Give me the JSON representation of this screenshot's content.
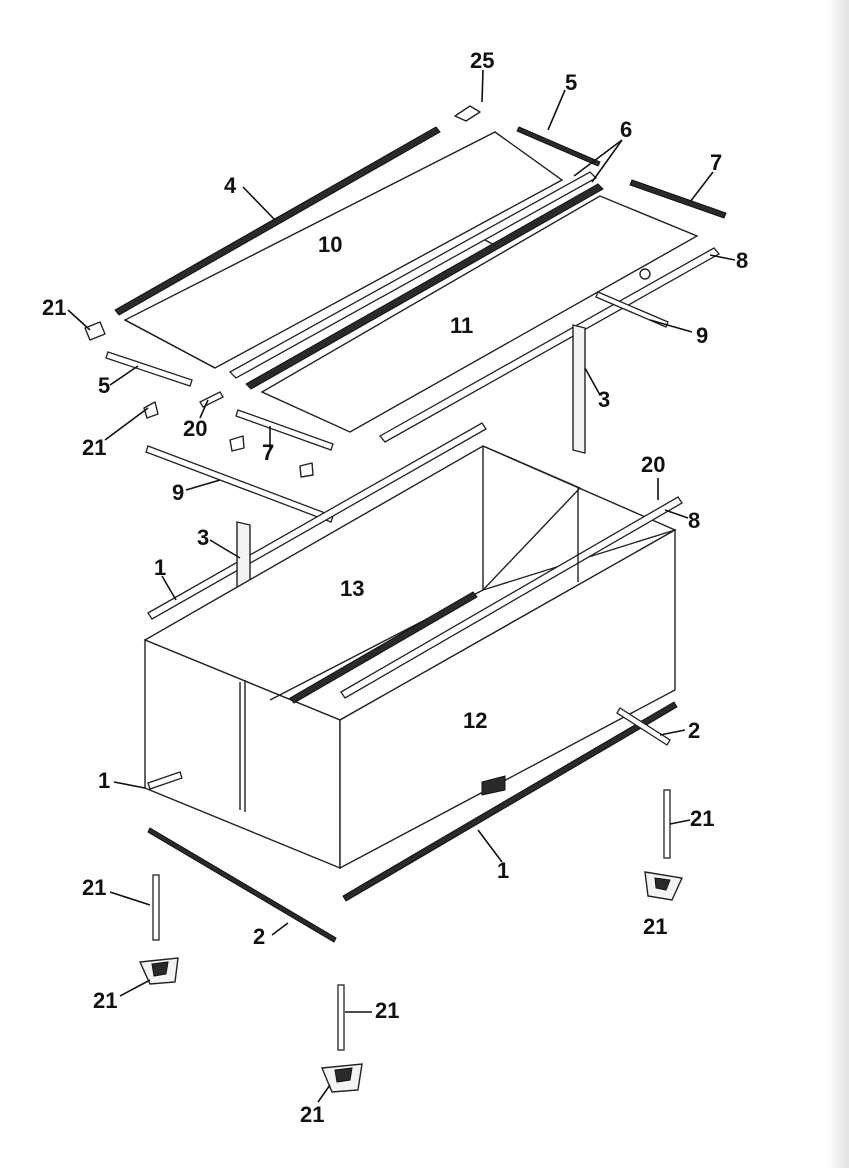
{
  "labels": {
    "l25": "25",
    "l5a": "5",
    "l6": "6",
    "l7a": "7",
    "l4": "4",
    "l10": "10",
    "l8a": "8",
    "l21a": "21",
    "l11": "11",
    "l9a": "9",
    "l5b": "5",
    "l3a": "3",
    "l20a": "20",
    "l21b": "21",
    "l7b": "7",
    "l9b": "9",
    "l20b": "20",
    "l8b": "8",
    "l3b": "3",
    "l1a": "1",
    "l13": "13",
    "l12": "12",
    "l2a": "2",
    "l1b": "1",
    "l21c": "21",
    "l1c": "1",
    "l21d": "21",
    "l21e": "21",
    "l2b": "2",
    "l21f": "21",
    "l21g": "21",
    "l21h": "21"
  }
}
